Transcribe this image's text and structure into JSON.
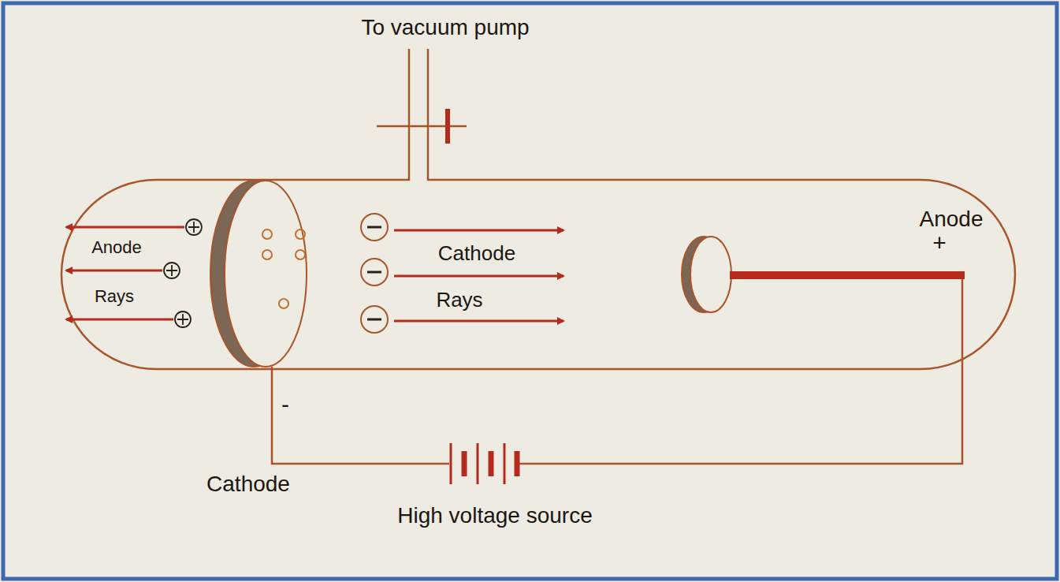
{
  "diagram": {
    "labels": [
      "To vacuum pump",
      "Anode",
      "Rays",
      "Cathode",
      "Rays",
      "Anode",
      "+",
      "-",
      "Cathode",
      "High voltage source"
    ]
  }
}
